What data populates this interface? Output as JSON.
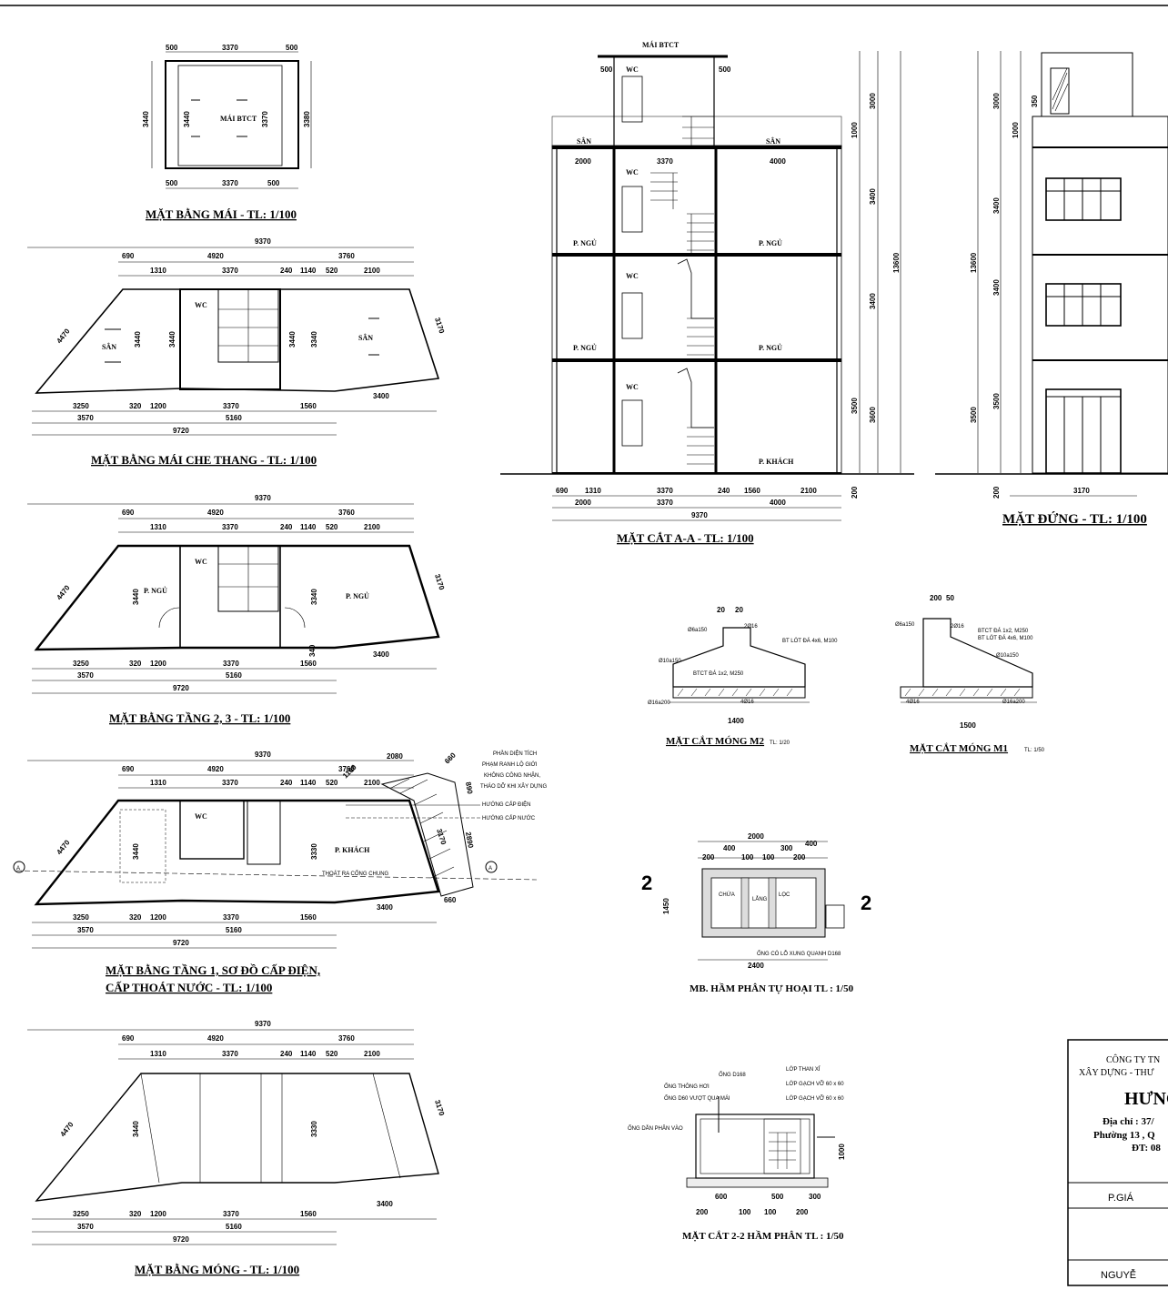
{
  "titles": {
    "roof_plan": "MẶT BẰNG MÁI - TL: 1/100",
    "stair_roof_plan": "MẶT BẰNG MÁI CHE THANG - TL: 1/100",
    "floor23_plan": "MẶT BẰNG TẦNG 2, 3 - TL: 1/100",
    "floor1_plan_line1": "MẶT BẰNG TẦNG 1, SƠ ĐỒ CẤP ĐIỆN,",
    "floor1_plan_line2": "CẤP THOÁT NƯỚC - TL: 1/100",
    "foundation_plan": "MẶT BẰNG MÓNG - TL: 1/100",
    "section_aa": "MẶT CẮT A-A - TL: 1/100",
    "elevation": "MẶT ĐỨNG - TL: 1/100",
    "footing_m2": "MẶT CẮT MÓNG M2",
    "footing_m2_scale": "TL: 1/20",
    "footing_m1": "MẶT CẮT MÓNG M1",
    "footing_m1_scale": "TL: 1/50",
    "septic_plan": "MB. HẦM PHÂN TỰ HOẠI TL : 1/50",
    "septic_section": "MẶT CẮT 2-2 HẦM PHÂN TL : 1/50"
  },
  "roof": {
    "label": "MÁI BTCT",
    "dims_top": [
      "500",
      "3370",
      "500"
    ],
    "dims_bottom": [
      "500",
      "3370",
      "500"
    ],
    "dims_left": [
      "3440",
      "3440"
    ],
    "dims_right": [
      "3370",
      "3380"
    ]
  },
  "plan_common": {
    "total_top": "9370",
    "top_row1": [
      "690",
      "4920",
      "3760"
    ],
    "top_row2": [
      "1310",
      "3370",
      "240",
      "1140",
      "520",
      "2100"
    ],
    "bottom_row1": [
      "3250",
      "320",
      "1200",
      "3370",
      "1560",
      "3400"
    ],
    "bottom_row2": [
      "3570",
      "5160"
    ],
    "bottom_total": "9720",
    "left_diag": "4470",
    "right_diag": "3170",
    "stair_h": "3440",
    "right_h": "3340",
    "small_h": "340"
  },
  "rooms": {
    "san": "SÂN",
    "wc": "WC",
    "pngu": "P. NGỦ",
    "pkhach": "P. KHÁCH"
  },
  "floor1_notes": {
    "note1": "PHẦN DIỆN TÍCH",
    "note2": "PHẠM RANH LỘ GIỚI",
    "note3": "KHÔNG CÔNG NHẬN,",
    "note4": "THÁO DỠ KHI XÂY DỰNG",
    "elec": "HƯỚNG CẤP ĐIỆN",
    "water": "HƯỚNG CẤP NƯỚC",
    "drain": "THOÁT RA CỐNG CHUNG",
    "dims": [
      "2080",
      "1160",
      "660",
      "890",
      "2890",
      "3330",
      "3170"
    ],
    "section_mark": "A"
  },
  "section": {
    "roof_label": "MÁI BTCT",
    "san_left": "SÂN",
    "san_right": "SÂN",
    "wc": "WC",
    "pngu": "P. NGỦ",
    "pkhach": "P. KHÁCH",
    "dims_right": [
      "3000",
      "1000",
      "3400",
      "3400",
      "3500",
      "3600"
    ],
    "total_h": "13600",
    "top_dims": [
      "500",
      "500"
    ],
    "floor_dims": [
      "2000",
      "3370",
      "4000"
    ],
    "bottom_row1": [
      "690",
      "1310",
      "3370",
      "240",
      "1560",
      "2100"
    ],
    "bottom_row2": [
      "2000",
      "3370",
      "4000"
    ],
    "bottom_total": "9370",
    "base": "200"
  },
  "elevation": {
    "dims": [
      "3000",
      "1000",
      "3400",
      "3400",
      "3500"
    ],
    "total_h": "13600",
    "base": "200",
    "width": "3170",
    "parapet": "350"
  },
  "footing": {
    "m2_dims": [
      "20",
      "20",
      "1400"
    ],
    "m1_dims": [
      "200",
      "50",
      "1500"
    ],
    "m2_notes": [
      "BTCT ĐÁ 1x2, M250",
      "BT LÓT ĐÁ 4x6, M100"
    ],
    "m1_notes": [
      "BTCT ĐÁ 1x2, M250",
      "BT LÓT ĐÁ 4x6, M100"
    ],
    "bars": [
      "Ø6a150",
      "2Ø16",
      "Ø10a150",
      "4Ø16",
      "Ø16a200"
    ]
  },
  "septic": {
    "mark": "2",
    "dims_top": [
      "2000",
      "400",
      "100",
      "100",
      "300",
      "400"
    ],
    "dims_top2": [
      "200",
      "200"
    ],
    "rooms": [
      "CHỨA",
      "LẮNG",
      "LỌC"
    ],
    "pipe_note": "ỐNG CÓ LỖ XUNG QUANH D168",
    "width": "2400",
    "height": "1450",
    "section_notes": [
      "ỐNG D168",
      "ỐNG THÔNG HƠI",
      "ỐNG D60 VƯỢT QUA MÁI",
      "ỐNG DẪN PHÂN VÀO",
      "LỚP THAN XỈ",
      "LỚP GẠCH VỠ 60 x 60",
      "LỚP GẠCH VỠ 60 x 60"
    ],
    "section_dims": [
      "600",
      "500",
      "300",
      "200",
      "100",
      "100",
      "200"
    ],
    "section_h": "1000"
  },
  "titleblock": {
    "company1": "CÔNG TY TN",
    "company2": "XÂY DỰNG - THƯ",
    "name": "HƯNG",
    "addr1": "Địa chỉ : 37/",
    "addr2": "Phường 13 , Q",
    "phone": "ĐT: 08",
    "role": "P.GIÁ",
    "signer": "NGUYỄ"
  }
}
